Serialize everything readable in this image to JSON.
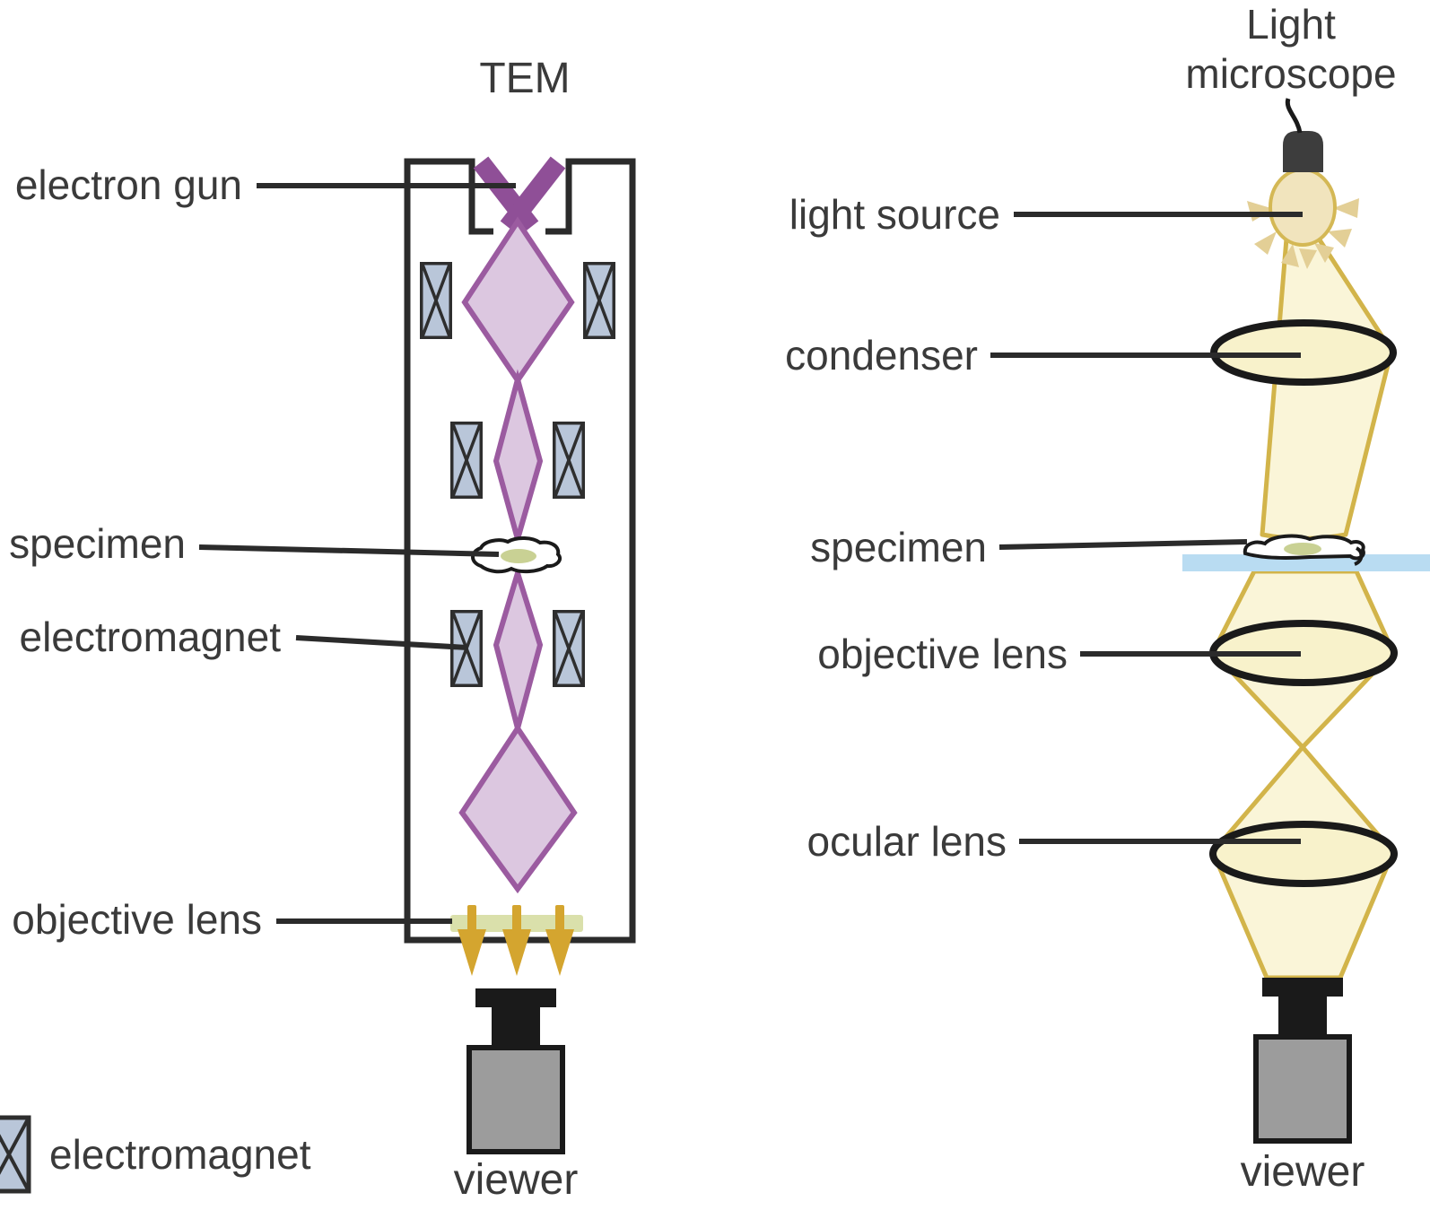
{
  "style": {
    "text_color": "#3a3a3a",
    "line_color": "#2b2b2b",
    "viewer_dark": "#1a1a1a",
    "viewer_body": "#9c9c9c"
  },
  "tem": {
    "title": "TEM",
    "labels": {
      "electron_gun": "electron gun",
      "specimen": "specimen",
      "electromagnet": "electromagnet",
      "objective_lens": "objective lens",
      "viewer": "viewer"
    },
    "colors": {
      "beam_fill": "#dcc7e0",
      "beam_stroke": "#9b5ba0",
      "gun": "#8f4f97",
      "magnet_fill": "#b9c6d9",
      "magnet_stroke": "#2e2e2e",
      "lens_bar": "#dae0ab",
      "arrow": "#d4a52f",
      "specimen_inner": "#c9d194"
    }
  },
  "legend": {
    "label": "electromagnet"
  },
  "light_microscope": {
    "title": "Light microscope",
    "title_lines": [
      "Light",
      "microscope"
    ],
    "labels": {
      "light_source": "light source",
      "condenser": "condenser",
      "specimen": "specimen",
      "objective_lens": "objective lens",
      "ocular_lens": "ocular lens",
      "viewer": "viewer"
    },
    "colors": {
      "beam_fill": "#faf5d8",
      "beam_stroke": "#d2b44a",
      "bulb_fill": "#f1e4bd",
      "bulb_stroke": "#d4b855",
      "ray": "#e3cf96",
      "cap": "#3d3d3d",
      "lens_fill": "#f8f2cb",
      "lens_stroke": "#1a1a1a",
      "slide": "#b9dcf2",
      "specimen_inner": "#c9d194"
    }
  }
}
